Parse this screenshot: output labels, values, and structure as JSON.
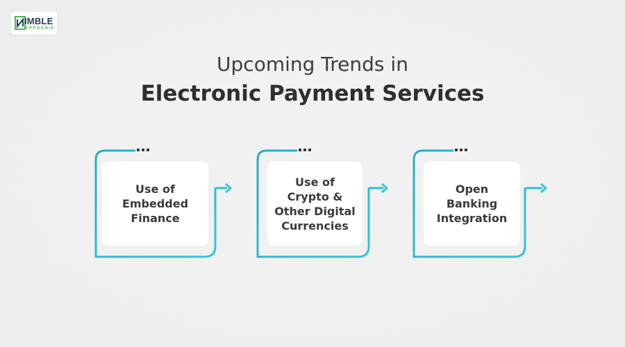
{
  "brand": {
    "name": "IMBLE",
    "tagline": "APPGENIE",
    "colors": {
      "navy": "#1c3d5f",
      "green": "#4cb84a"
    }
  },
  "header": {
    "title_line1": "Upcoming Trends in",
    "title_line2": "Electronic Payment Services"
  },
  "trends": [
    {
      "label": "Use of Embedded Finance"
    },
    {
      "label": "Use of Crypto & Other Digital Currencies"
    },
    {
      "label": "Open Banking Integration"
    }
  ],
  "theme": {
    "background": "#efefef",
    "card": "#ffffff",
    "frame_gradient": [
      "#2bb0c9",
      "#33c3df"
    ]
  }
}
